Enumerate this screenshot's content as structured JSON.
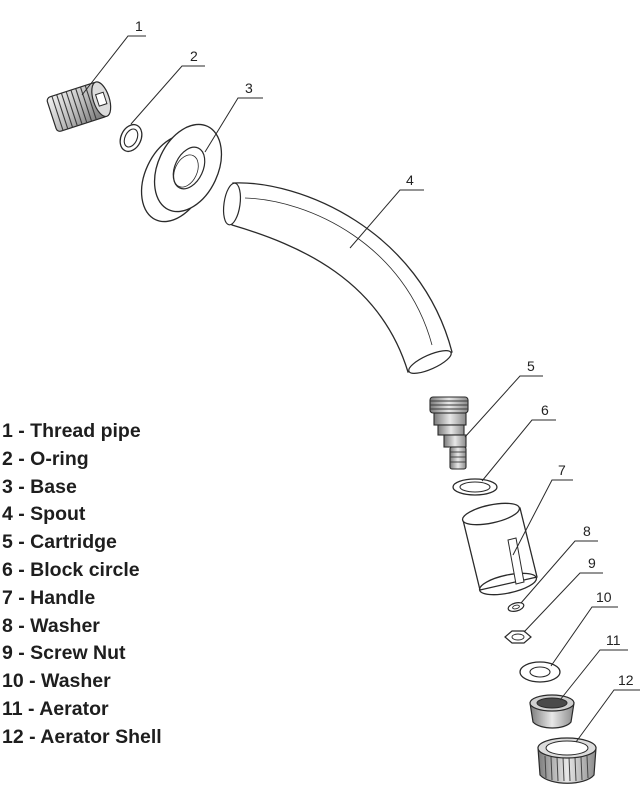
{
  "callouts": [
    "1",
    "2",
    "3",
    "4",
    "5",
    "6",
    "7",
    "8",
    "9",
    "10",
    "11",
    "12"
  ],
  "legend": [
    "1 - Thread pipe",
    "2 - O-ring",
    "3 - Base",
    "4 - Spout",
    "5 - Cartridge",
    "6 - Block circle",
    "7 - Handle",
    "8 - Washer",
    "9 - Screw Nut",
    "10 - Washer",
    "11 - Aerator",
    "12 - Aerator Shell"
  ]
}
